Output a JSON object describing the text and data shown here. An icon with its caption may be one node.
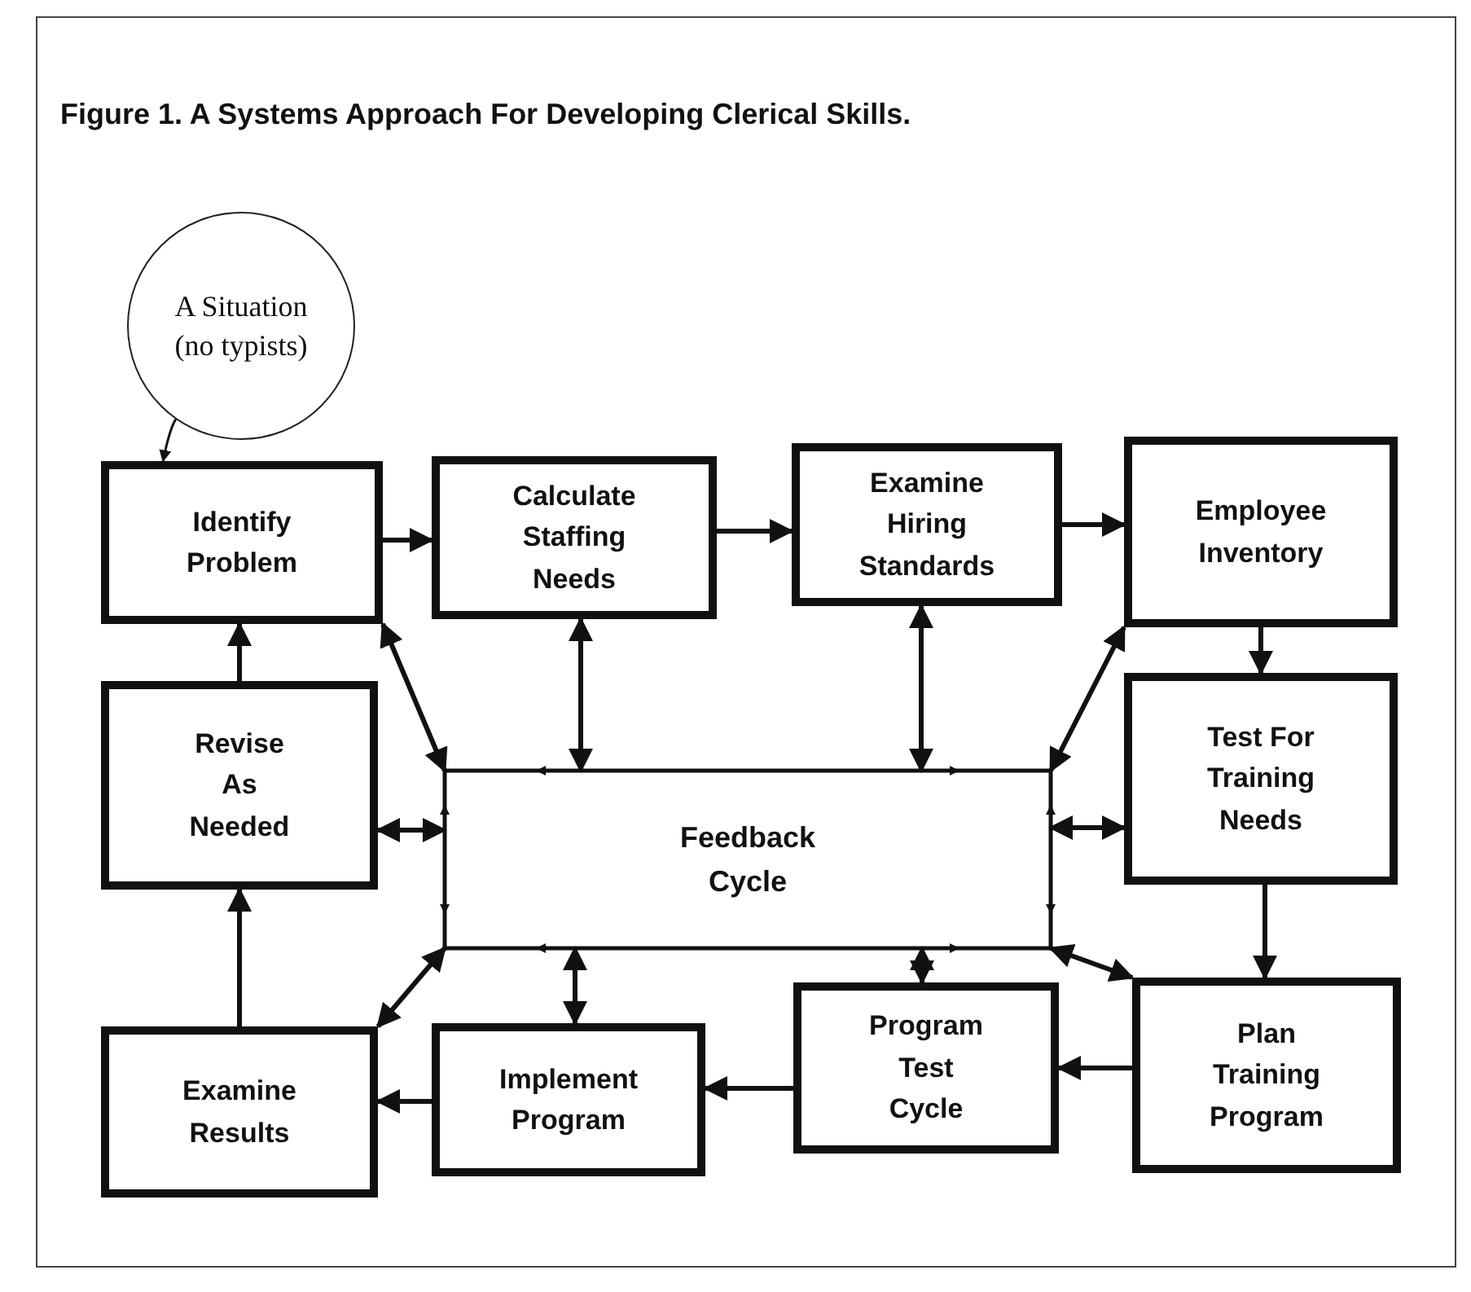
{
  "diagram": {
    "title": "Figure 1. A Systems Approach For Developing Clerical Skills.",
    "nodes": [
      {
        "text": [
          "A Situation (no typists)"
        ]
      },
      {
        "text": [
          "Identify Problem"
        ]
      },
      {
        "text": [
          "Calculate Staffing Needs"
        ]
      },
      {
        "text": [
          "Examine Hiring Standards"
        ]
      },
      {
        "text": [
          "Employee Inventory"
        ]
      },
      {
        "text": [
          "Revise As Needed"
        ]
      },
      {
        "text": [
          "Feedback Cycle"
        ]
      },
      {
        "text": [
          "Test For Training Needs"
        ]
      },
      {
        "text": [
          "Examine Results"
        ]
      },
      {
        "text": [
          "Implement Program"
        ]
      },
      {
        "text": [
          "Program Test Cycle"
        ]
      },
      {
        "text": [
          "Plan Training Program"
        ]
      }
    ],
    "edges": [
      {
        "from": 0,
        "to": 1,
        "arrow": "to"
      },
      {
        "from": 1,
        "to": 2,
        "arrow": "to"
      },
      {
        "from": 2,
        "to": 3,
        "arrow": "to"
      },
      {
        "from": 3,
        "to": 4,
        "arrow": "to"
      },
      {
        "from": 4,
        "to": 7,
        "arrow": "to"
      },
      {
        "from": 7,
        "to": 11,
        "arrow": "to"
      },
      {
        "from": 11,
        "to": 10,
        "arrow": "to"
      },
      {
        "from": 10,
        "to": 9,
        "arrow": "to"
      },
      {
        "from": 9,
        "to": 8,
        "arrow": "to"
      },
      {
        "from": 8,
        "to": 5,
        "arrow": "to"
      },
      {
        "from": 5,
        "to": 1,
        "arrow": "to"
      },
      {
        "from": 1,
        "to": 6,
        "arrow": "both"
      },
      {
        "from": 2,
        "to": 6,
        "arrow": "both"
      },
      {
        "from": 3,
        "to": 6,
        "arrow": "both"
      },
      {
        "from": 4,
        "to": 6,
        "arrow": "both"
      },
      {
        "from": 5,
        "to": 6,
        "arrow": "both"
      },
      {
        "from": 7,
        "to": 6,
        "arrow": "both"
      },
      {
        "from": 8,
        "to": 6,
        "arrow": "both"
      },
      {
        "from": 9,
        "to": 6,
        "arrow": "both"
      },
      {
        "from": 10,
        "to": 6,
        "arrow": "both"
      },
      {
        "from": 11,
        "to": 6,
        "arrow": "both"
      }
    ]
  }
}
